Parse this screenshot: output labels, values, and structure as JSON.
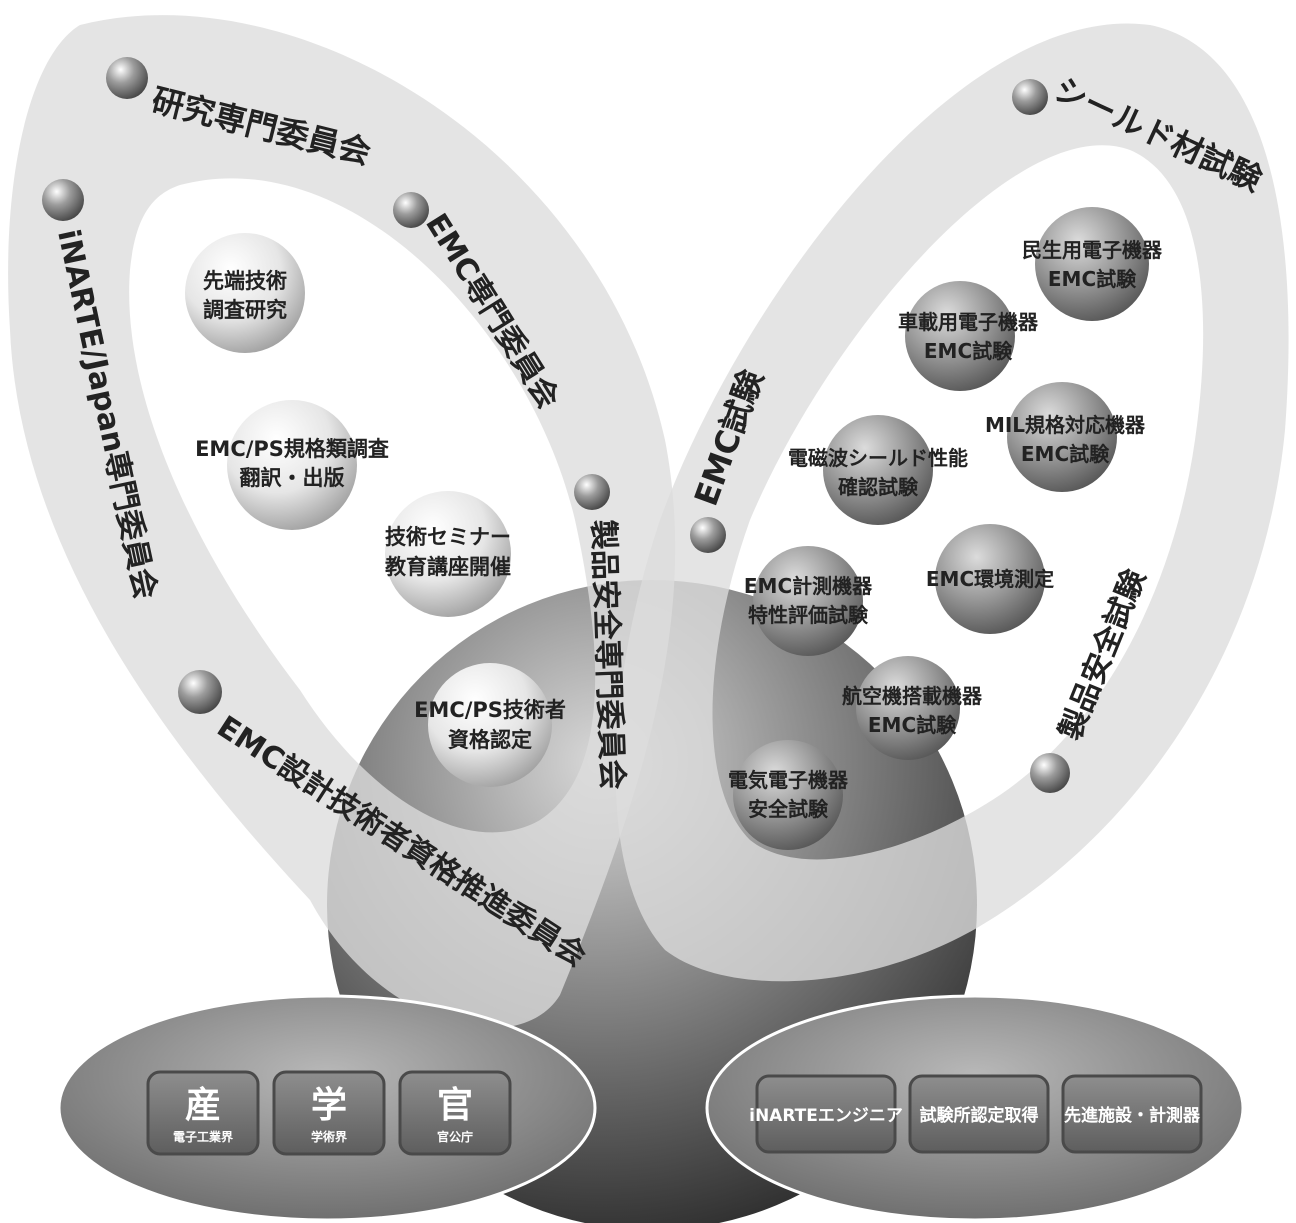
{
  "left_wing": {
    "outer_label": "研究専門委員会",
    "inner_left_label": "iNARTE/Japan専門委員会",
    "inner_right_label": "EMC専門委員会",
    "lower_right_label": "製品安全専門委員会",
    "bottom_label": "EMC設計技術者資格推進委員会",
    "bubbles": [
      {
        "line1": "先端技術",
        "line2": "調査研究"
      },
      {
        "line1": "EMC/PS規格類調査",
        "line2": "翻訳・出版"
      },
      {
        "line1": "技術セミナー",
        "line2": "教育講座開催"
      },
      {
        "line1": "EMC/PS技術者",
        "line2": "資格認定"
      }
    ]
  },
  "right_wing": {
    "outer_label": "シールド材試験",
    "inner_label": "EMC試験",
    "lower_label": "製品安全試験",
    "bubbles": [
      {
        "line1": "民生用電子機器",
        "line2": "EMC試験"
      },
      {
        "line1": "車載用電子機器",
        "line2": "EMC試験"
      },
      {
        "line1": "MIL規格対応機器",
        "line2": "EMC試験"
      },
      {
        "line1": "電磁波シールド性能",
        "line2": "確認試験"
      },
      {
        "line1": "EMC環境測定",
        "line2": ""
      },
      {
        "line1": "EMC計測機器",
        "line2": "特性評価試験"
      },
      {
        "line1": "航空機搭載機器",
        "line2": "EMC試験"
      },
      {
        "line1": "電気電子機器",
        "line2": "安全試験"
      }
    ]
  },
  "bottom_left": {
    "buttons": [
      {
        "main": "産",
        "sub": "電子工業界"
      },
      {
        "main": "学",
        "sub": "学術界"
      },
      {
        "main": "官",
        "sub": "官公庁"
      }
    ]
  },
  "bottom_right": {
    "buttons": [
      {
        "label": "iNARTEエンジニア"
      },
      {
        "label": "試験所認定取得"
      },
      {
        "label": "先進施設・計測器"
      }
    ]
  },
  "colors": {
    "wing_fill": "#d2d2d2",
    "sphere_dark": "#3c3c3c",
    "button_fill": "#6e6e6e"
  }
}
